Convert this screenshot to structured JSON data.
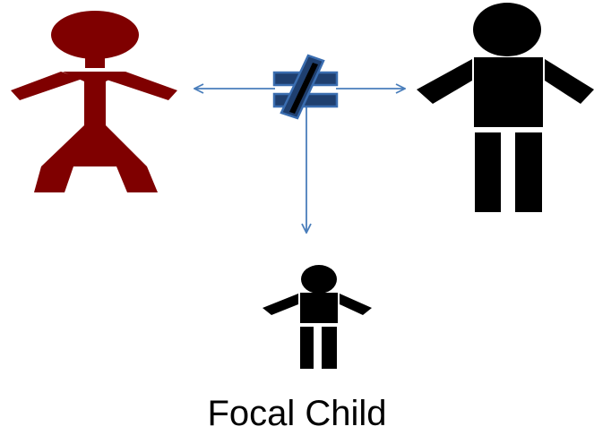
{
  "diagram": {
    "caption": "Focal Child",
    "figures": [
      {
        "role": "female-parent",
        "icon": "female-figure-icon",
        "color": "#7f0000"
      },
      {
        "role": "male-parent",
        "icon": "male-figure-icon",
        "color": "#000000"
      },
      {
        "role": "child",
        "icon": "child-figure-icon",
        "color": "#000000"
      }
    ],
    "symbol": {
      "icon": "not-equal-icon",
      "fill": "#1f3f6f",
      "stroke": "#3a6db0",
      "strike": "#000000"
    },
    "arrow_color": "#4a7ebb"
  }
}
